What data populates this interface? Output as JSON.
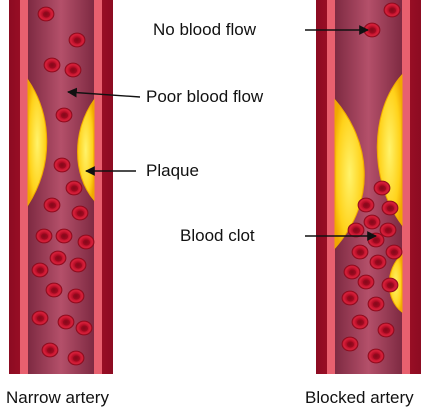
{
  "labels": {
    "no_blood_flow": "No blood flow",
    "poor_blood_flow": "Poor blood flow",
    "plaque": "Plaque",
    "blood_clot": "Blood clot"
  },
  "captions": {
    "left": "Narrow artery",
    "right": "Blocked artery"
  },
  "colors": {
    "wall_outer": "#b0112b",
    "wall_inner": "#e85e6e",
    "wall_highlight": "#f7a0a8",
    "lumen": "#9a3a52",
    "plaque": "#ffd21a",
    "plaque_edge": "#f5b800",
    "rbc": "#c8102e",
    "rbc_center": "#8f0a1f",
    "arrow": "#111111"
  }
}
